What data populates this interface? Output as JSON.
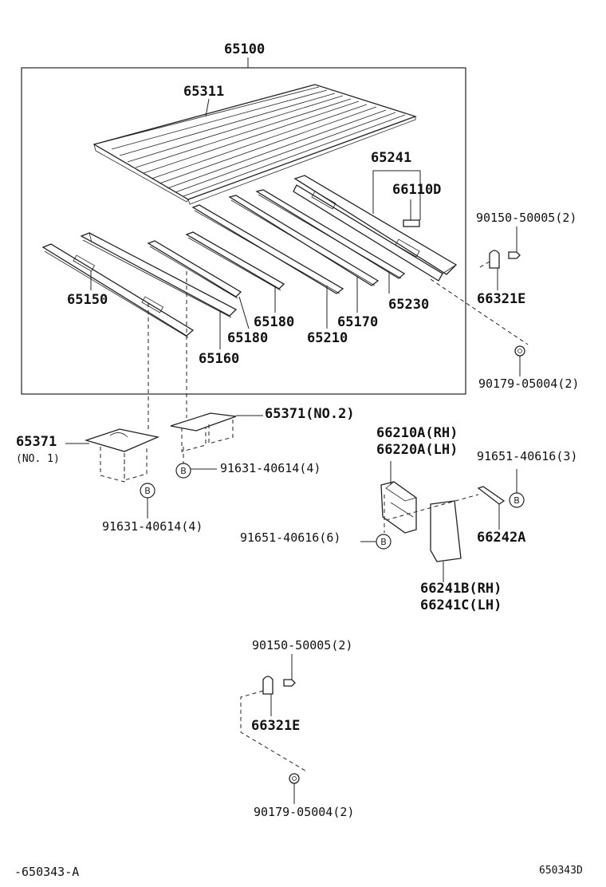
{
  "labels": {
    "assembly": "65100",
    "p65311": "65311",
    "p65241": "65241",
    "p66110D": "66110D",
    "p90150_top": "90150-50005(2)",
    "p66321E_top": "66321E",
    "p90179_top": "90179-05004(2)",
    "p65150": "65150",
    "p65160": "65160",
    "p65180a": "65180",
    "p65180b": "65180",
    "p65210": "65210",
    "p65170": "65170",
    "p65230": "65230",
    "p65371_no2": "65371(NO.2)",
    "p65371_no1": "65371",
    "p65371_no1_sub": "(NO. 1)",
    "p91631_right": "91631-40614(4)",
    "p91631_bottom": "91631-40614(4)",
    "p66210A": "66210A(RH)",
    "p66220A": "66220A(LH)",
    "p91651_3": "91651-40616(3)",
    "p91651_6": "91651-40616(6)",
    "p66242A": "66242A",
    "p66241B": "66241B(RH)",
    "p66241C": "66241C(LH)",
    "p90150_bottom": "90150-50005(2)",
    "p66321E_bottom": "66321E",
    "p90179_bottom": "90179-05004(2)",
    "footer_left": "-650343-A",
    "footer_right": "650343D"
  },
  "marks": {
    "bolt_symbol": "B"
  }
}
